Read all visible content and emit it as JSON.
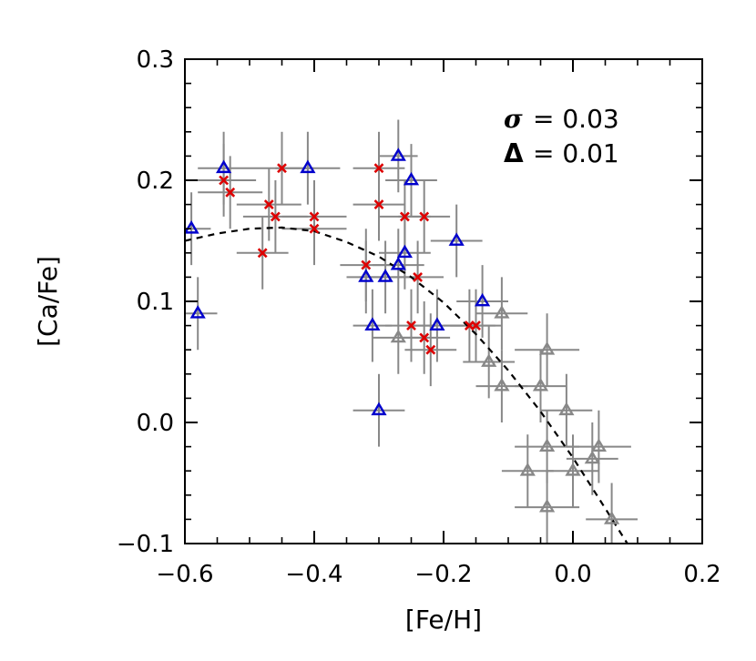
{
  "chart_data": {
    "type": "scatter",
    "xlabel": "[Fe/H]",
    "ylabel": "[Ca/Fe]",
    "xlim": [
      -0.6,
      0.2
    ],
    "ylim": [
      -0.1,
      0.3
    ],
    "xticks": [
      -0.6,
      -0.4,
      -0.2,
      0.0,
      0.2
    ],
    "xtick_labels": [
      "−0.6",
      "−0.4",
      "−0.2",
      "0.0",
      "0.2"
    ],
    "yticks": [
      -0.1,
      0.0,
      0.1,
      0.2,
      0.3
    ],
    "ytick_labels": [
      "−0.1",
      "0.0",
      "0.1",
      "0.2",
      "0.3"
    ],
    "grid": false,
    "annotations": [
      {
        "symbol": "σ",
        "text": "=  0.03"
      },
      {
        "symbol": "Δ",
        "text": "=  0.01"
      }
    ],
    "colors": {
      "blue": "#0000cc",
      "red": "#dd0000",
      "gray": "#888888",
      "errorbar": "#888888",
      "fit": "#000000"
    },
    "fit_curve": {
      "style": "dashed",
      "x": [
        -0.6,
        -0.55,
        -0.5,
        -0.45,
        -0.4,
        -0.35,
        -0.3,
        -0.25,
        -0.2,
        -0.15,
        -0.1,
        -0.05,
        0.0,
        0.05,
        0.09
      ],
      "y": [
        0.15,
        0.156,
        0.16,
        0.161,
        0.158,
        0.149,
        0.137,
        0.12,
        0.099,
        0.073,
        0.043,
        0.009,
        -0.029,
        -0.071,
        -0.105
      ]
    },
    "series": [
      {
        "marker": "triangle",
        "color": "blue",
        "points": [
          {
            "x": -0.59,
            "y": 0.16,
            "xerr": 0.03,
            "yerr": 0.03
          },
          {
            "x": -0.58,
            "y": 0.09,
            "xerr": 0.03,
            "yerr": 0.03
          },
          {
            "x": -0.54,
            "y": 0.21,
            "xerr": 0.04,
            "yerr": 0.03
          },
          {
            "x": -0.41,
            "y": 0.21,
            "xerr": 0.05,
            "yerr": 0.03
          },
          {
            "x": -0.32,
            "y": 0.12,
            "xerr": 0.03,
            "yerr": 0.03
          },
          {
            "x": -0.31,
            "y": 0.08,
            "xerr": 0.03,
            "yerr": 0.03
          },
          {
            "x": -0.3,
            "y": 0.01,
            "xerr": 0.04,
            "yerr": 0.03
          },
          {
            "x": -0.29,
            "y": 0.12,
            "xerr": 0.04,
            "yerr": 0.03
          },
          {
            "x": -0.27,
            "y": 0.13,
            "xerr": 0.04,
            "yerr": 0.03
          },
          {
            "x": -0.27,
            "y": 0.22,
            "xerr": 0.03,
            "yerr": 0.03
          },
          {
            "x": -0.26,
            "y": 0.14,
            "xerr": 0.04,
            "yerr": 0.03
          },
          {
            "x": -0.25,
            "y": 0.2,
            "xerr": 0.04,
            "yerr": 0.03
          },
          {
            "x": -0.21,
            "y": 0.08,
            "xerr": 0.04,
            "yerr": 0.03
          },
          {
            "x": -0.18,
            "y": 0.15,
            "xerr": 0.04,
            "yerr": 0.03
          },
          {
            "x": -0.14,
            "y": 0.1,
            "xerr": 0.04,
            "yerr": 0.03
          }
        ]
      },
      {
        "marker": "cross",
        "color": "red",
        "points": [
          {
            "x": -0.54,
            "y": 0.2,
            "xerr": 0.05,
            "yerr": 0.03
          },
          {
            "x": -0.53,
            "y": 0.19,
            "xerr": 0.05,
            "yerr": 0.03
          },
          {
            "x": -0.48,
            "y": 0.14,
            "xerr": 0.04,
            "yerr": 0.03
          },
          {
            "x": -0.47,
            "y": 0.18,
            "xerr": 0.05,
            "yerr": 0.03
          },
          {
            "x": -0.46,
            "y": 0.17,
            "xerr": 0.05,
            "yerr": 0.03
          },
          {
            "x": -0.45,
            "y": 0.21,
            "xerr": 0.05,
            "yerr": 0.03
          },
          {
            "x": -0.4,
            "y": 0.17,
            "xerr": 0.05,
            "yerr": 0.03
          },
          {
            "x": -0.4,
            "y": 0.16,
            "xerr": 0.05,
            "yerr": 0.03
          },
          {
            "x": -0.32,
            "y": 0.13,
            "xerr": 0.04,
            "yerr": 0.03
          },
          {
            "x": -0.3,
            "y": 0.21,
            "xerr": 0.04,
            "yerr": 0.03
          },
          {
            "x": -0.3,
            "y": 0.18,
            "xerr": 0.04,
            "yerr": 0.03
          },
          {
            "x": -0.26,
            "y": 0.17,
            "xerr": 0.04,
            "yerr": 0.03
          },
          {
            "x": -0.25,
            "y": 0.08,
            "xerr": 0.04,
            "yerr": 0.03
          },
          {
            "x": -0.24,
            "y": 0.12,
            "xerr": 0.04,
            "yerr": 0.03
          },
          {
            "x": -0.23,
            "y": 0.17,
            "xerr": 0.04,
            "yerr": 0.03
          },
          {
            "x": -0.23,
            "y": 0.07,
            "xerr": 0.04,
            "yerr": 0.03
          },
          {
            "x": -0.22,
            "y": 0.06,
            "xerr": 0.04,
            "yerr": 0.03
          },
          {
            "x": -0.16,
            "y": 0.08,
            "xerr": 0.04,
            "yerr": 0.03
          },
          {
            "x": -0.15,
            "y": 0.08,
            "xerr": 0.04,
            "yerr": 0.03
          }
        ]
      },
      {
        "marker": "triangle",
        "color": "gray",
        "points": [
          {
            "x": -0.27,
            "y": 0.07,
            "xerr": 0.04,
            "yerr": 0.03
          },
          {
            "x": -0.13,
            "y": 0.05,
            "xerr": 0.04,
            "yerr": 0.03
          },
          {
            "x": -0.11,
            "y": 0.09,
            "xerr": 0.04,
            "yerr": 0.03
          },
          {
            "x": -0.11,
            "y": 0.03,
            "xerr": 0.04,
            "yerr": 0.03
          },
          {
            "x": -0.07,
            "y": -0.04,
            "xerr": 0.04,
            "yerr": 0.03
          },
          {
            "x": -0.05,
            "y": 0.03,
            "xerr": 0.04,
            "yerr": 0.03
          },
          {
            "x": -0.04,
            "y": 0.06,
            "xerr": 0.05,
            "yerr": 0.03
          },
          {
            "x": -0.04,
            "y": -0.02,
            "xerr": 0.05,
            "yerr": 0.03
          },
          {
            "x": -0.04,
            "y": -0.07,
            "xerr": 0.05,
            "yerr": 0.03
          },
          {
            "x": -0.01,
            "y": 0.01,
            "xerr": 0.04,
            "yerr": 0.03
          },
          {
            "x": 0.0,
            "y": -0.04,
            "xerr": 0.04,
            "yerr": 0.03
          },
          {
            "x": 0.03,
            "y": -0.03,
            "xerr": 0.04,
            "yerr": 0.03
          },
          {
            "x": 0.04,
            "y": -0.02,
            "xerr": 0.05,
            "yerr": 0.03
          },
          {
            "x": 0.06,
            "y": -0.08,
            "xerr": 0.04,
            "yerr": 0.03
          }
        ]
      }
    ]
  }
}
